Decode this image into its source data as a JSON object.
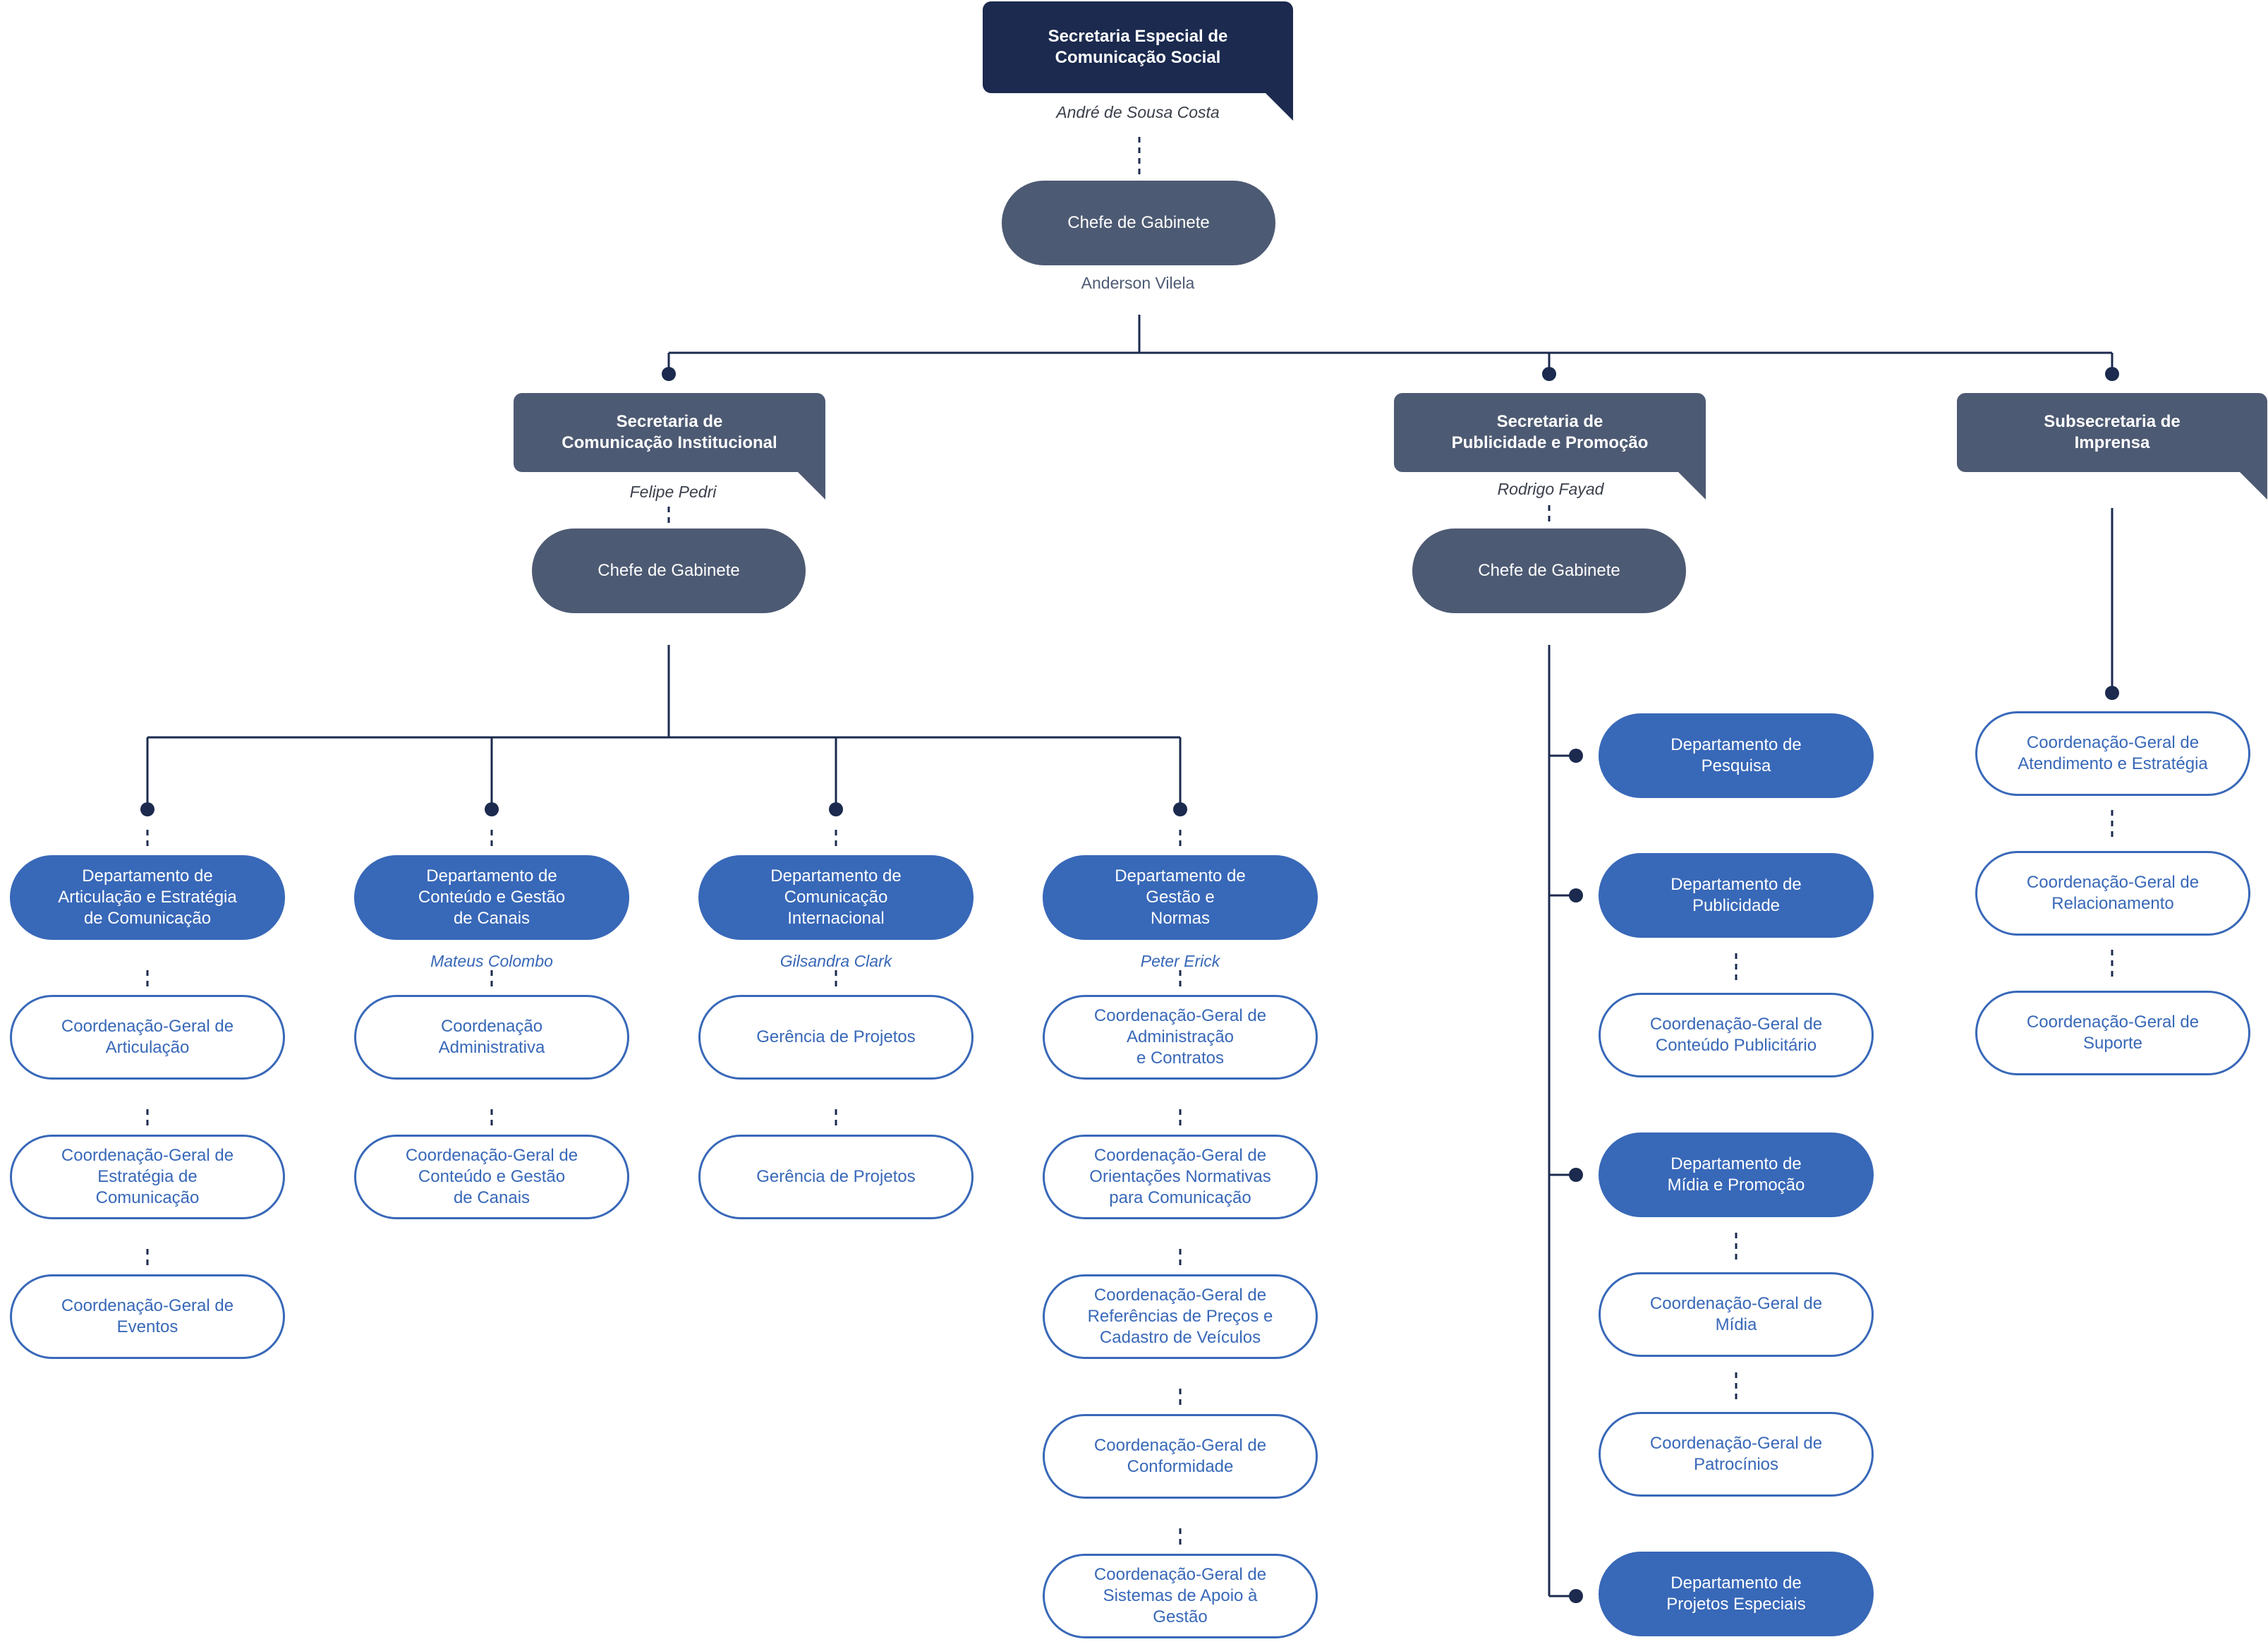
{
  "colors": {
    "navy": "#1b2a4e",
    "slate": "#4d5a73",
    "blue": "#3868b8",
    "line": "#1b2a4e"
  },
  "top": {
    "title": "Secretaria Especial de\nComunicação Social",
    "person": "André de Sousa Costa",
    "chief_label": "Chefe de Gabinete",
    "chief_person": "Anderson Vilela"
  },
  "secretariats": [
    {
      "title": "Secretaria de\nComunicação Institucional",
      "person": "Felipe Pedri",
      "chief_label": "Chefe de Gabinete",
      "departments": [
        {
          "title": "Departamento de\nArticulação e Estratégia\nde Comunicação",
          "person": "",
          "units": [
            "Coordenação-Geral de\nArticulação",
            "Coordenação-Geral de\nEstratégia de\nComunicação",
            "Coordenação-Geral de\nEventos"
          ]
        },
        {
          "title": "Departamento de\nConteúdo e Gestão\nde Canais",
          "person": "Mateus Colombo",
          "units": [
            "Coordenação\nAdministrativa",
            "Coordenação-Geral de\nConteúdo e Gestão\nde Canais"
          ]
        },
        {
          "title": "Departamento de\nComunicação\nInternacional",
          "person": "Gilsandra Clark",
          "units": [
            "Gerência de Projetos",
            "Gerência de Projetos"
          ]
        },
        {
          "title": "Departamento de\nGestão e\nNormas",
          "person": "Peter Erick",
          "units": [
            "Coordenação-Geral de\nAdministração\ne Contratos",
            "Coordenação-Geral de\nOrientações Normativas\npara Comunicação",
            "Coordenação-Geral de\nReferências de Preços e\nCadastro de Veículos",
            "Coordenação-Geral de\nConformidade",
            "Coordenação-Geral de\nSistemas de Apoio à\nGestão"
          ]
        }
      ]
    },
    {
      "title": "Secretaria de\nPublicidade e Promoção",
      "person": "Rodrigo Fayad",
      "chief_label": "Chefe de Gabinete",
      "departments": [
        {
          "title": "Departamento de\nPesquisa",
          "units": []
        },
        {
          "title": "Departamento de\nPublicidade",
          "units": [
            "Coordenação-Geral de\nConteúdo Publicitário"
          ]
        },
        {
          "title": "Departamento de\nMídia e Promoção",
          "units": [
            "Coordenação-Geral de\nMídia",
            "Coordenação-Geral de\nPatrocínios"
          ]
        },
        {
          "title": "Departamento de\nProjetos Especiais",
          "units": []
        }
      ]
    },
    {
      "title": "Subsecretaria de\nImprensa",
      "units": [
        "Coordenação-Geral de\nAtendimento e Estratégia",
        "Coordenação-Geral de\nRelacionamento",
        "Coordenação-Geral de\nSuporte"
      ]
    }
  ]
}
